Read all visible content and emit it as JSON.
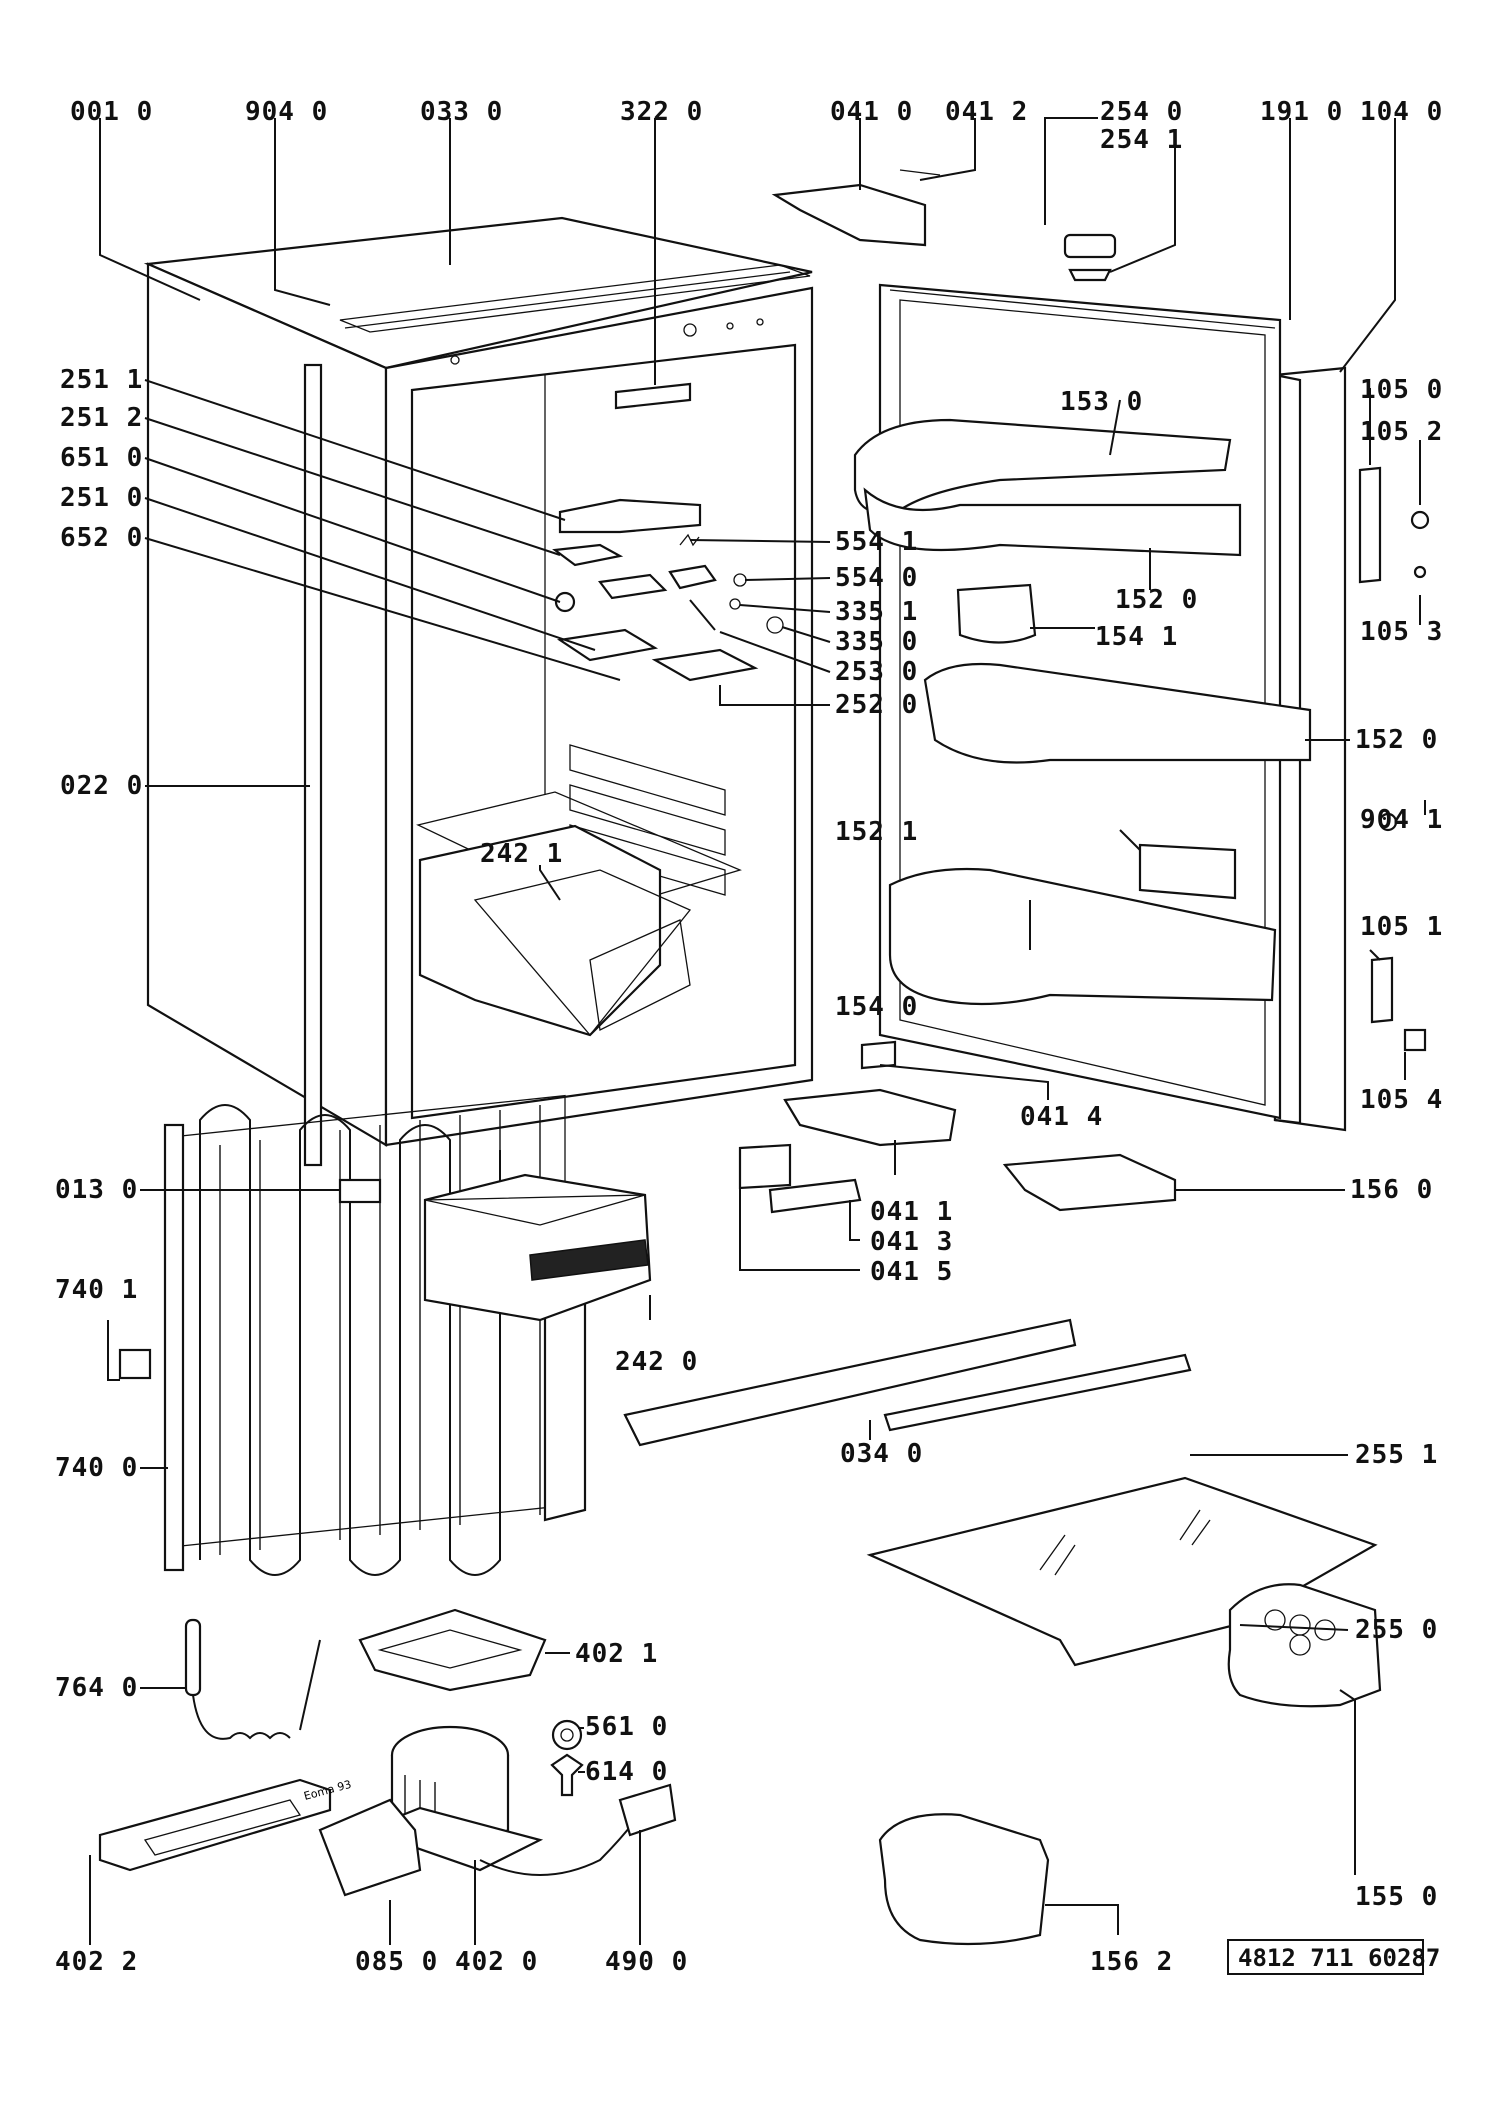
{
  "labels": {
    "l_001_0": "001 0",
    "l_904_0": "904 0",
    "l_033_0": "033 0",
    "l_322_0": "322 0",
    "l_041_0": "041 0",
    "l_041_2": "041 2",
    "l_254_0": "254 0",
    "l_254_1": "254 1",
    "l_191_0": "191 0",
    "l_104_0": "104 0",
    "l_105_0": "105 0",
    "l_105_2": "105 2",
    "l_105_3": "105 3",
    "l_153_0": "153 0",
    "l_152_0a": "152 0",
    "l_154_1": "154 1",
    "l_152_0b": "152 0",
    "l_904_1": "904 1",
    "l_152_1": "152 1",
    "l_105_1": "105 1",
    "l_154_0": "154 0",
    "l_105_4": "105 4",
    "l_041_4": "041 4",
    "l_156_0": "156 0",
    "l_041_1": "041 1",
    "l_041_3": "041 3",
    "l_041_5": "041 5",
    "l_251_1": "251 1",
    "l_251_2": "251 2",
    "l_651_0": "651 0",
    "l_251_0": "251 0",
    "l_652_0": "652 0",
    "l_022_0": "022 0",
    "l_554_1": "554 1",
    "l_554_0": "554 0",
    "l_335_1": "335 1",
    "l_335_0": "335 0",
    "l_253_0": "253 0",
    "l_252_0": "252 0",
    "l_242_1": "242 1",
    "l_013_0": "013 0",
    "l_740_1": "740 1",
    "l_740_0": "740 0",
    "l_242_0": "242 0",
    "l_034_0": "034 0",
    "l_255_1": "255 1",
    "l_255_0": "255 0",
    "l_764_0": "764 0",
    "l_402_1": "402 1",
    "l_561_0": "561 0",
    "l_614_0": "614 0",
    "l_402_2": "402 2",
    "l_085_0": "085 0",
    "l_402_0": "402 0",
    "l_490_0": "490 0",
    "l_155_0": "155 0",
    "l_156_2": "156 2"
  },
  "doc_number": "4812 711 60287",
  "small_text": "Eoma 93"
}
